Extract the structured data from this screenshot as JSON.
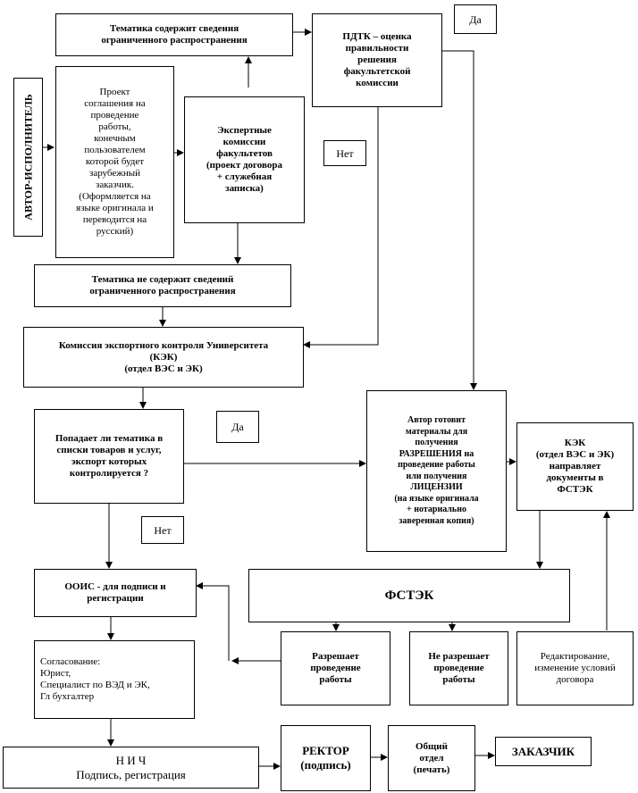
{
  "nodes": {
    "author": "АВТОР-ИСПОЛНИТЕЛЬ",
    "topic_restricted": "Тематика  содержит сведения\nограниченного распространения",
    "pdtk": "ПДТК – оценка\nправильности\nрешения\nфакультетской\nкомиссии",
    "label_yes_top": "Да",
    "label_no_mid": "Нет",
    "project": "Проект\nсоглашения на\nпроведение\nработы,\nконечным\nпользователем\nкоторой будет\nзарубежный\nзаказчик.\n(Оформляется на\nязыке оригинала и\nпереводится на\nрусский)",
    "expert": "Экспертные\nкомиссии\nфакультетов\n(проект договора\n+ служебная\nзаписка)",
    "topic_not_restricted": "Тематика не содержит сведений\nограниченного распространения",
    "kek_university": "Комиссия экспортного контроля Университета\n(КЭК)\n(отдел ВЭС и ЭК)",
    "question": "Попадает ли тематика в\nсписки товаров и услуг,\nэкспорт которых\nконтролируется ?",
    "label_yes_mid": "Да",
    "label_no_bottom": "Нет",
    "author_prepares": "Автор готовит\nматериалы  для\nполучения\nРАЗРЕШЕНИЯ на\nпроведение работы\nили получения\nЛИЦЕНЗИИ\n(на языке оригинала\n+ нотариально\nзаверенная копия)",
    "kek_sends": "КЭК\n(отдел ВЭС и ЭК)\nнаправляет\nдокументы в\nФСТЭК",
    "oois": "ООИС - для подписи и\nрегистрации",
    "fstek": "ФСТЭК",
    "approval": "Согласование:\nЮрист,\nСпециалист по ВЭД и ЭК,\nГл бухгалтер",
    "permits": "Разрешает\nпроведение\nработы",
    "forbids": "Не разрешает\nпроведение\nработы",
    "editing": "Редактирование,\nизменение условий\nдоговора",
    "nich_title": "Н   И   Ч",
    "nich_sub": "Подпись, регистрация",
    "rector": "РЕКТОР\n(подпись)",
    "general_dept": "Общий\nотдел\n(печать)",
    "customer": "ЗАКАЗЧИК"
  }
}
